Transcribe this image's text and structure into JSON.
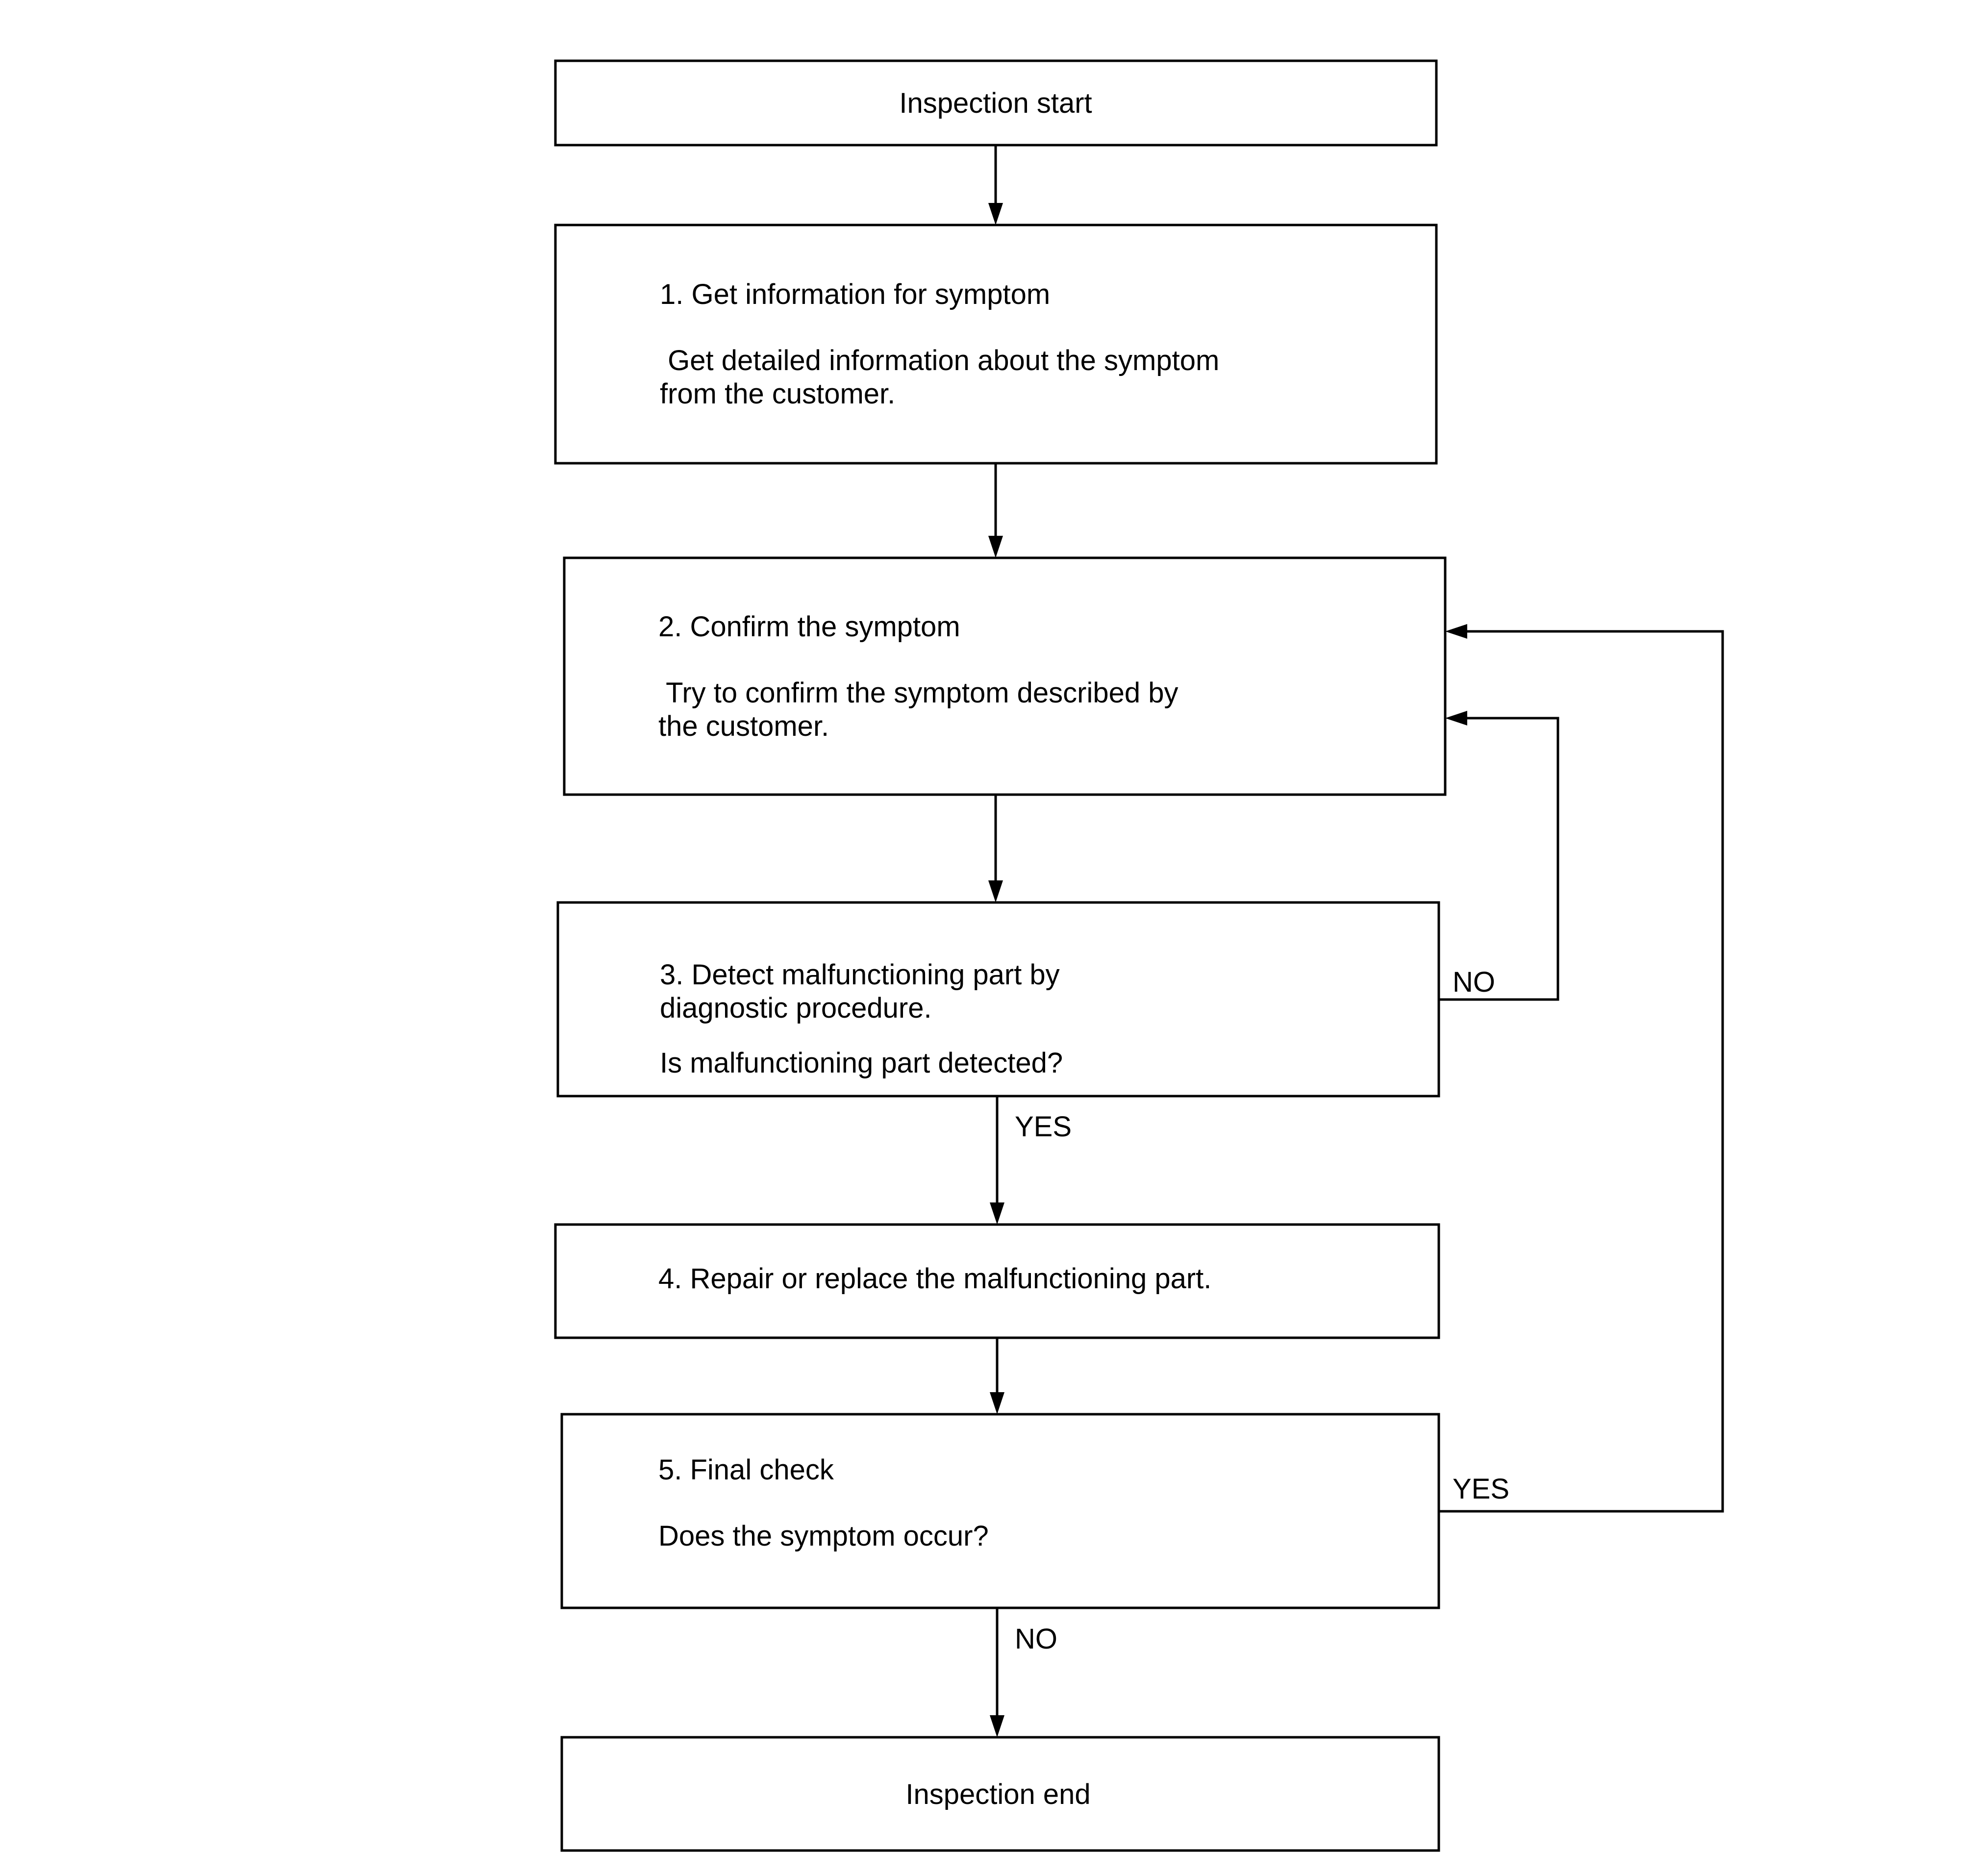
{
  "diagram": {
    "start": "Inspection start",
    "step1": {
      "title": "1. Get information for symptom",
      "desc1": " Get detailed information about the symptom",
      "desc2": "from the customer."
    },
    "step2": {
      "title": "2. Confirm the symptom",
      "desc1": " Try to confirm the symptom described by",
      "desc2": "the customer."
    },
    "step3": {
      "title1": "3. Detect malfunctioning part by",
      "title2": "diagnostic procedure.",
      "question": "Is malfunctioning part detected?"
    },
    "step4": {
      "title": "4. Repair or replace the malfunctioning part."
    },
    "step5": {
      "title": "5. Final check",
      "question": "Does the symptom occur?"
    },
    "end": "Inspection end",
    "labels": {
      "step3_no": "NO",
      "step3_yes": "YES",
      "step5_yes": "YES",
      "step5_no": "NO"
    },
    "colors": {
      "stroke": "#000000",
      "background": "#ffffff"
    }
  }
}
